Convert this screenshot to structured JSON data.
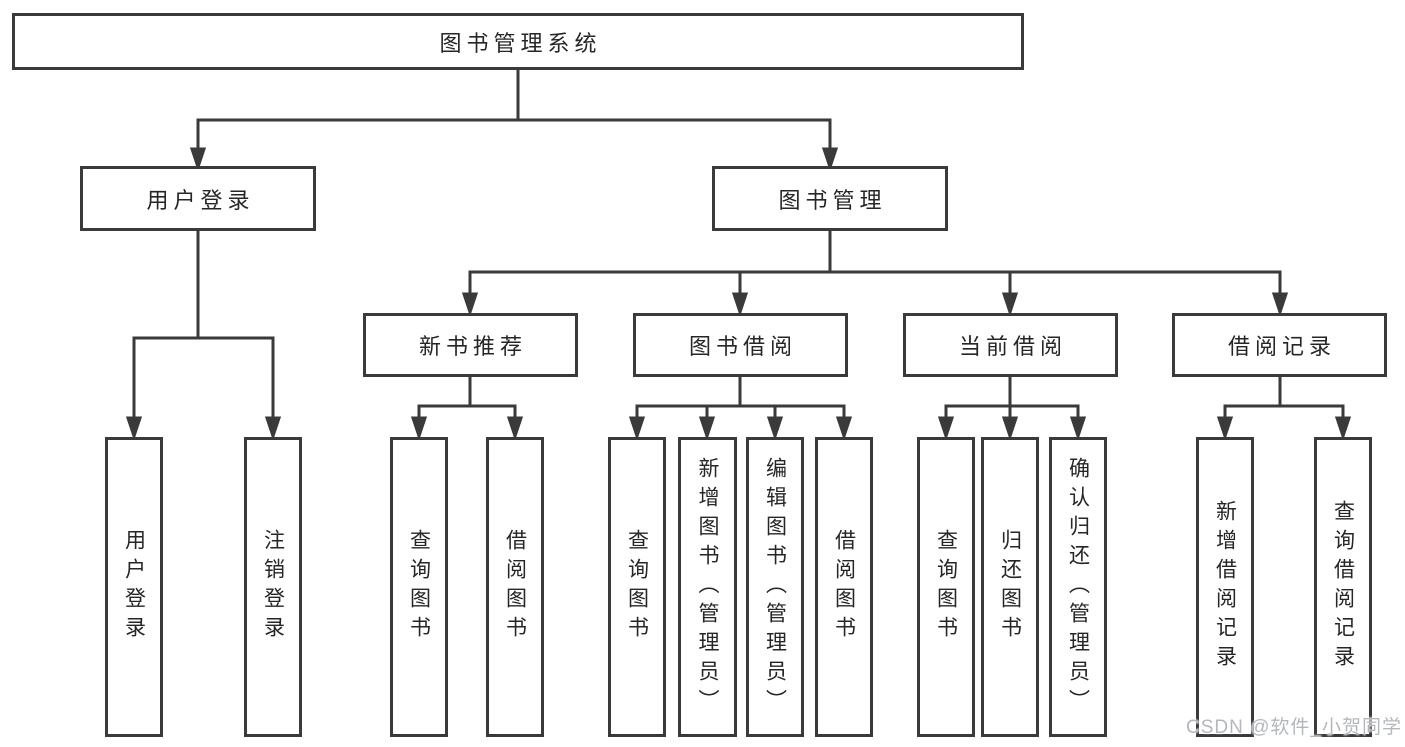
{
  "tree": {
    "root": {
      "label": "图书管理系统",
      "children": [
        {
          "label": "用户登录",
          "children": [
            {
              "label": "用户登录"
            },
            {
              "label": "注销登录"
            }
          ]
        },
        {
          "label": "图书管理",
          "children": [
            {
              "label": "新书推荐",
              "children": [
                {
                  "label": "查询图书"
                },
                {
                  "label": "借阅图书"
                }
              ]
            },
            {
              "label": "图书借阅",
              "children": [
                {
                  "label": "查询图书"
                },
                {
                  "label": "新增图书（管理员）"
                },
                {
                  "label": "编辑图书（管理员）"
                },
                {
                  "label": "借阅图书"
                }
              ]
            },
            {
              "label": "当前借阅",
              "children": [
                {
                  "label": "查询图书"
                },
                {
                  "label": "归还图书"
                },
                {
                  "label": "确认归还（管理员）"
                }
              ]
            },
            {
              "label": "借阅记录",
              "children": [
                {
                  "label": "新增借阅记录"
                },
                {
                  "label": "查询借阅记录"
                }
              ]
            }
          ]
        }
      ]
    }
  },
  "watermark": {
    "text": "CSDN @软件_小贺同学"
  },
  "colors": {
    "line": "#3a3a3a",
    "box_border": "#3a3a3a",
    "text": "#262626",
    "background": "#ffffff",
    "watermark": "#b4b8bc"
  }
}
